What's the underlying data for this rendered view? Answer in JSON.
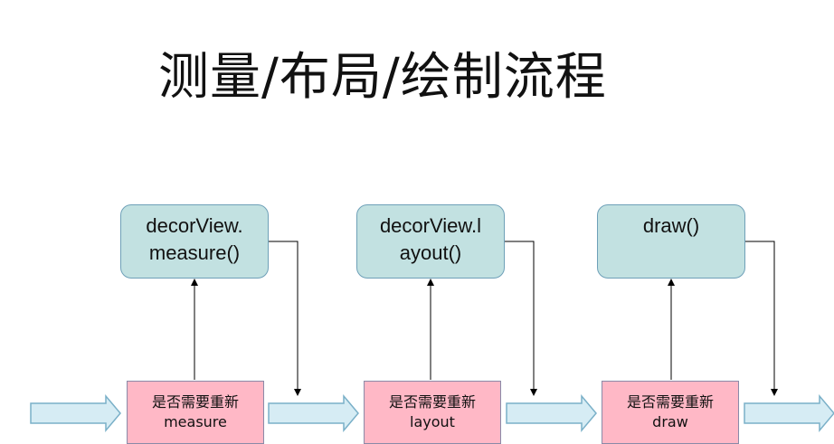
{
  "title": "测量/布局/绘制流程",
  "stages": [
    {
      "top": "decorView.\nmeasure()",
      "bottom": "是否需要重新\nmeasure"
    },
    {
      "top": "decorView.l\nayout()",
      "bottom": "是否需要重新\nlayout"
    },
    {
      "top": "draw()",
      "bottom": "是否需要重新\ndraw"
    }
  ],
  "colors": {
    "top_fill": "#c2e1e1",
    "bottom_fill": "#ffb8c6",
    "arrow_fill": "#d6ecf4",
    "arrow_stroke": "#7ab0c8"
  }
}
